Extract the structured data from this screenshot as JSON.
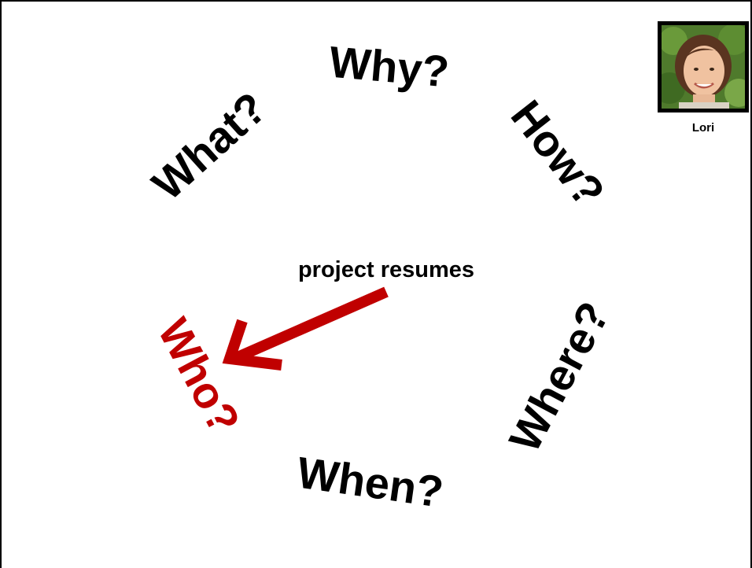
{
  "questions": {
    "why": "Why?",
    "how": "How?",
    "where": "Where?",
    "when": "When?",
    "who": "Who?",
    "what": "What?"
  },
  "center_label": "project resumes",
  "presenter": {
    "name": "Lori"
  },
  "colors": {
    "text": "#000000",
    "highlight": "#c00000"
  },
  "icons": {
    "arrow": "arrow-icon",
    "photo": "presenter-photo"
  }
}
